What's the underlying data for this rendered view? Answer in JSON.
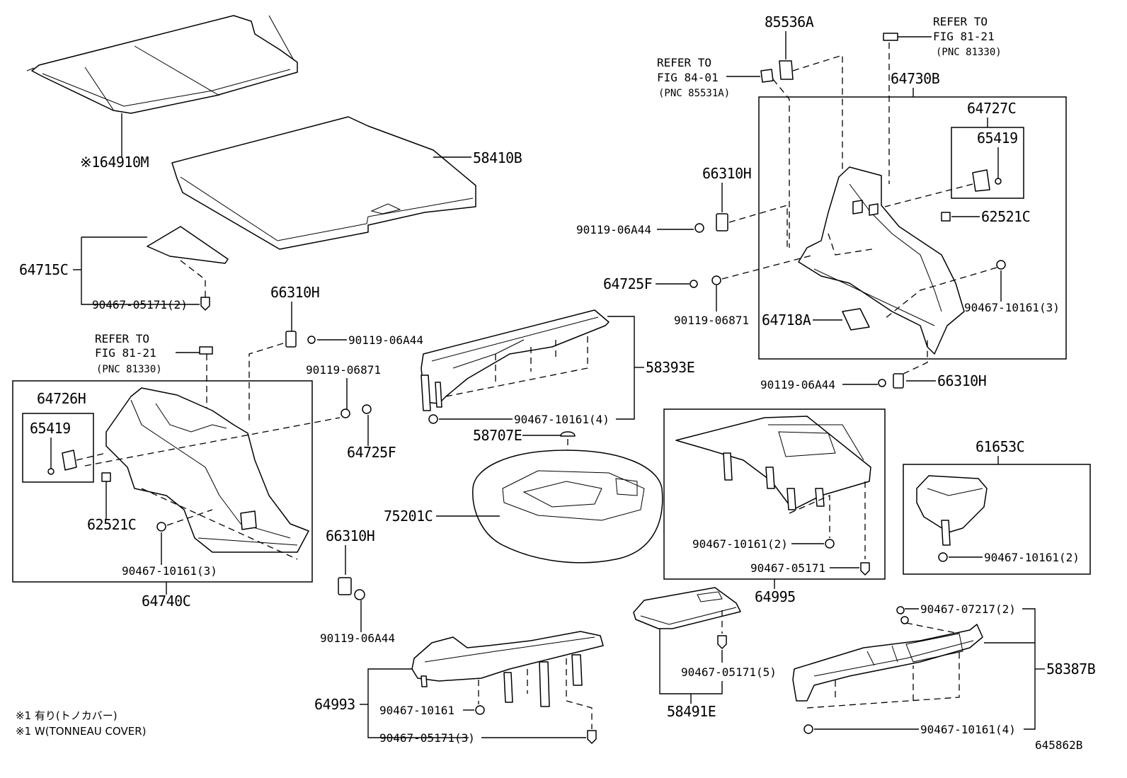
{
  "refs": {
    "fig_84_01": [
      "REFER TO",
      "FIG 84-01",
      "(PNC 85531A)"
    ],
    "fig_81_21_top": [
      "REFER TO",
      "FIG 81-21",
      "(PNC 81330)"
    ],
    "fig_81_21_left": [
      "REFER TO",
      "FIG 81-21",
      "(PNC 81330)"
    ]
  },
  "parts": {
    "p64910M": "※164910M",
    "p58410B": "58410B",
    "p64715C": "64715C",
    "p90467_05171_2": "90467-05171(2)",
    "p66310H_mid": "66310H",
    "p90119_06A44_mid": "90119-06A44",
    "p64726H": "64726H",
    "p65419_left": "65419",
    "p62521C_left": "62521C",
    "p90467_10161_3_left": "90467-10161(3)",
    "p64740C": "64740C",
    "p90119_06871_mid": "90119-06871",
    "p64725F_mid": "64725F",
    "p66310H_low": "66310H",
    "p90119_06A44_low": "90119-06A44",
    "p58393E": "58393E",
    "p90467_10161_4": "90467-10161(4)",
    "p58707E": "58707E",
    "p75201C": "75201C",
    "p85536A": "85536A",
    "p64730B": "64730B",
    "p64727C": "64727C",
    "p65419_right": "65419",
    "p66310H_right": "66310H",
    "p90119_06A44_right": "90119-06A44",
    "p62521C_right": "62521C",
    "p64725F_right": "64725F",
    "p90119_06871_right": "90119-06871",
    "p90467_10161_3_right": "90467-10161(3)",
    "p64718A": "64718A",
    "p90119_06A44_bot": "90119-06A44",
    "p66310H_bot": "66310H",
    "p64995": "64995",
    "p90467_10161_2_a": "90467-10161(2)",
    "p90467_05171_single": "90467-05171",
    "p61653C": "61653C",
    "p90467_10161_2_b": "90467-10161(2)",
    "p64993": "64993",
    "p90467_10161_single": "90467-10161",
    "p90467_05171_3": "90467-05171(3)",
    "p58491E": "58491E",
    "p90467_05171_5": "90467-05171(5)",
    "p58387B": "58387B",
    "p90467_07217_2": "90467-07217(2)",
    "p90467_10161_4_b": "90467-10161(4)"
  },
  "notes": [
    "※1 有り(トノカバー)",
    "※1 W(TONNEAU COVER)"
  ],
  "figure_id": "645862B"
}
